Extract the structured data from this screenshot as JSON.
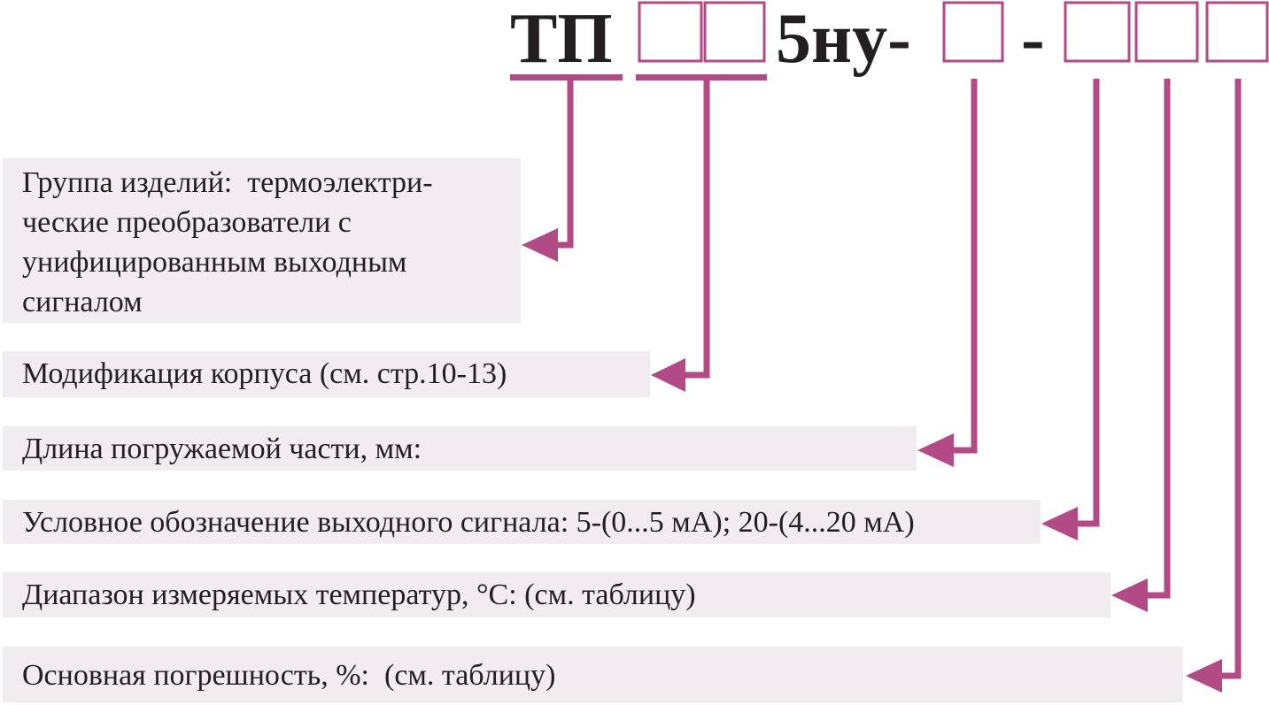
{
  "code": {
    "prefix": "ТП",
    "middle": "5ну-",
    "separator": "-"
  },
  "descriptions": [
    {
      "lines": [
        "Группа изделий:  термоэлектри-",
        "ческие преобразователи с",
        "унифицированным выходным",
        "сигналом"
      ]
    },
    {
      "lines": [
        "Модификация корпуса (см. стр.10-13)"
      ]
    },
    {
      "lines": [
        "Длина погружаемой части, мм:"
      ]
    },
    {
      "lines": [
        "Условное обозначение выходного сигнала: 5-(0...5 мА); 20-(4...20 мА)"
      ]
    },
    {
      "lines": [
        "Диапазон измеряемых температур, °С: (см. таблицу)"
      ]
    },
    {
      "lines": [
        "Основная погрешность, %:  (см. таблицу)"
      ]
    }
  ],
  "colors": {
    "accent": "#b24a86",
    "box_background": "#f0ecf0",
    "text": "#231f20"
  }
}
